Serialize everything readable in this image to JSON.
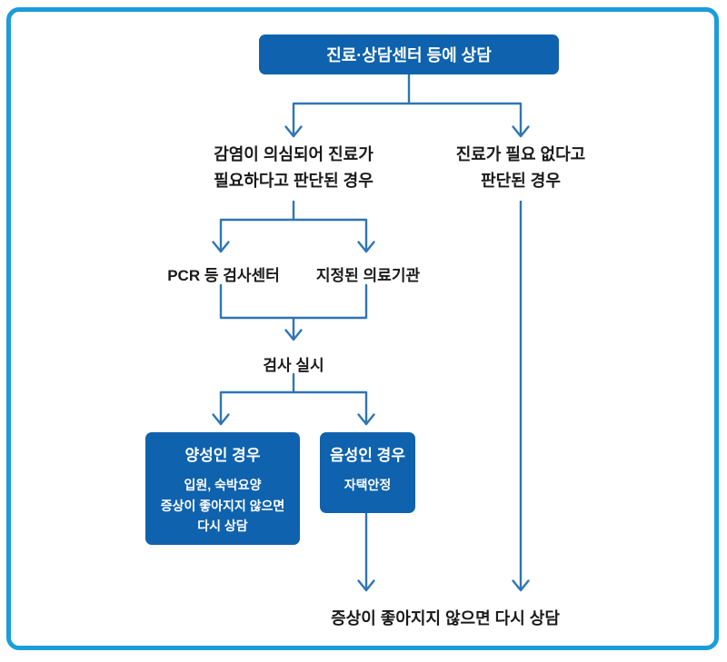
{
  "colors": {
    "frame_border": "#1b9dd9",
    "node_fill": "#0f62ad",
    "connector": "#2e75b6",
    "text_dark": "#1a1a1a",
    "text_light": "#ffffff"
  },
  "flowchart": {
    "start_box": {
      "label": "진료·상담센터 등에 상담"
    },
    "left_branch": {
      "line1": "감염이 의심되어 진료가",
      "line2": "필요하다고 판단된 경우"
    },
    "right_branch": {
      "line1": "진료가 필요 없다고",
      "line2": "판단된 경우"
    },
    "pcr_center": {
      "label": "PCR 등 검사센터"
    },
    "designated_institution": {
      "label": "지정된 의료기관"
    },
    "test_step": {
      "label": "검사 실시"
    },
    "positive_box": {
      "title": "양성인 경우",
      "lines": [
        "입원, 숙박요양",
        "증상이 좋아지지 않으면",
        "다시 상담"
      ]
    },
    "negative_box": {
      "title": "음성인 경우",
      "lines": [
        "자택안정"
      ]
    },
    "bottom_note": {
      "label": "증상이 좋아지지 않으면 다시 상담"
    }
  }
}
